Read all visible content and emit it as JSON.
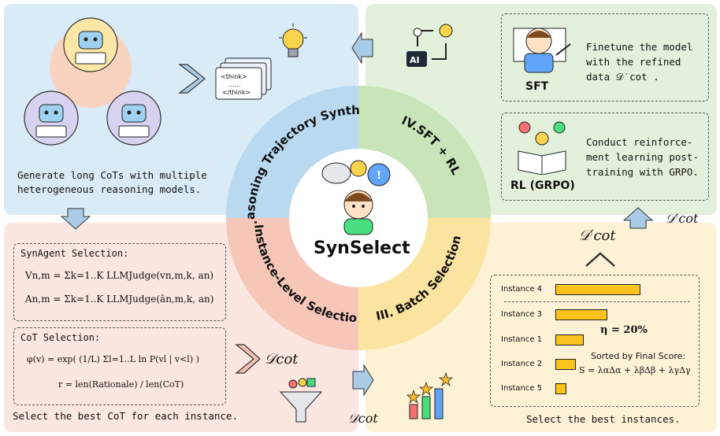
{
  "center": {
    "title": "SynSelect"
  },
  "stages": {
    "s1": "I.Reasoning Trajectory Synthesis",
    "s2": "II.Instance-Level Selection",
    "s3": "III. Batch Selection",
    "s4": "IV.SFT + RL"
  },
  "q1": {
    "caption_line1": "Generate long CoTs with multiple",
    "caption_line2": "heterogeneous reasoning models.",
    "think_open": "<think>",
    "think_dots": "......",
    "think_close": "</think>"
  },
  "q2": {
    "ai_label": "AI",
    "sft_label": "SFT",
    "sft_text_1": "Finetune the model",
    "sft_text_2": "with the refined",
    "sft_text_3": "data 𝒟′cot .",
    "rl_label": "RL (GRPO)",
    "rl_text_1": "Conduct reinforce-",
    "rl_text_2": "ment learning post-",
    "rl_text_3": "training with GRPO.",
    "dcot_prime": "𝒟′cot"
  },
  "q3": {
    "synagent_title": "SynAgent Selection:",
    "eq_v": "Vn,m = Σk=1..K LLMJudge(vn,m,k, an)",
    "eq_a": "An,m = Σk=1..K LLMJudge(ân,m,k, an)",
    "cot_title": "CoT Selection:",
    "eq_phi": "φ(v) = exp( (1/L) Σl=1..L ln P(vl | v<l) )",
    "eq_r": "r = len(Rationale) / len(CoT)",
    "caption": "Select the best CoT for each instance.",
    "dcot": "𝒟cot",
    "dcot_bottom": "𝒟cot"
  },
  "q4": {
    "dcot_prime": "𝒟′cot",
    "eta": "η = 20%",
    "sorted_label": "Sorted by Final Score:",
    "score_formula": "S = λαΔα + λβΔβ + λγΔγ",
    "caption": "Select the best instances."
  },
  "chart_data": {
    "type": "bar",
    "orientation": "horizontal",
    "categories": [
      "Instance 4",
      "Instance 3",
      "Instance 1",
      "Instance 2",
      "Instance 5"
    ],
    "values": [
      1.0,
      0.61,
      0.33,
      0.24,
      0.13
    ],
    "title": "",
    "xlabel": "",
    "ylabel": ""
  },
  "colors": {
    "q1_bg": "#d8ebf7",
    "q2_bg": "#e3f1dc",
    "q3_bg": "#fbe6e1",
    "q4_bg": "#fdf2d6",
    "bar": "#f9c21c",
    "arrow": "#a9cbe6"
  }
}
